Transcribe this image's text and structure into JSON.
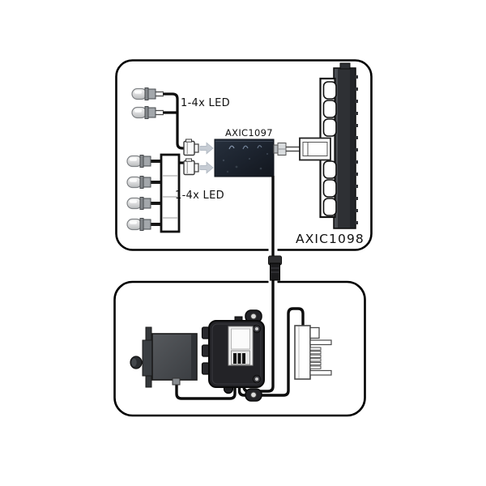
{
  "diagram": {
    "labels": {
      "led_top": "1-4x LED",
      "led_bottom": "1-4x LED",
      "module": "AXIC1097",
      "strip": "AXIC1098"
    },
    "colors": {
      "background": "#ffffff",
      "panel_outline": "#000000",
      "wire": "#0d0d0d",
      "module_fill": "#1c232e",
      "strip_bar_fill": "#2e3034",
      "arrow": "#c6ccd4",
      "servo_fill": "#46494d",
      "decoder_fill": "#232327"
    }
  }
}
